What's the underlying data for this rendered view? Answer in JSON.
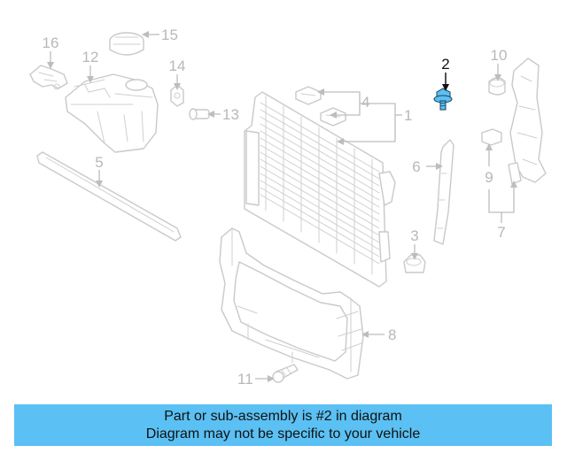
{
  "callouts": {
    "c1": "1",
    "c2": "2",
    "c3": "3",
    "c4": "4",
    "c5": "5",
    "c6": "6",
    "c7": "7",
    "c8": "8",
    "c9": "9",
    "c10": "10",
    "c11": "11",
    "c12": "12",
    "c13": "13",
    "c14": "14",
    "c15": "15",
    "c16": "16"
  },
  "highlight_color": "#5bc0f3",
  "banner": {
    "line1": "Part or sub-assembly is #2 in diagram",
    "line2": "Diagram may not be specific to your vehicle"
  }
}
